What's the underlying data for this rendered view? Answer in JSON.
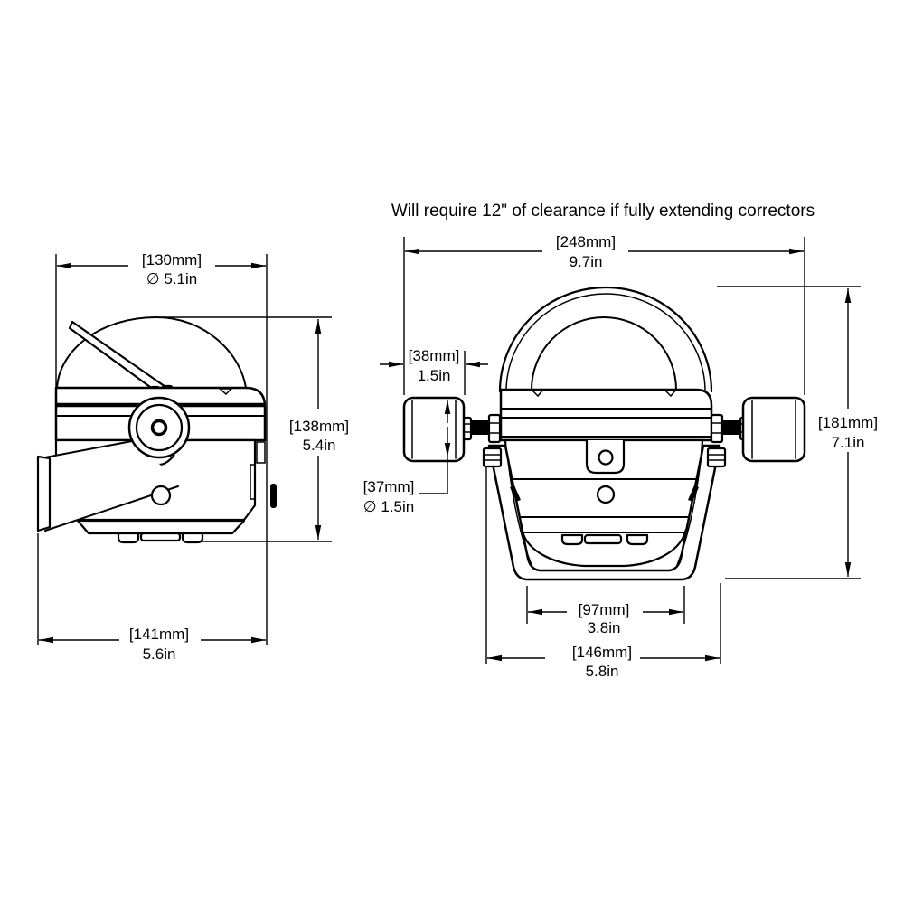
{
  "title": "Will require 12\" of clearance if fully extending correctors",
  "colors": {
    "line": "#000000",
    "background": "#ffffff"
  },
  "side": {
    "width_top": {
      "mm": "[130mm]",
      "in": "∅ 5.1in"
    },
    "height": {
      "mm": "[138mm]",
      "in": "5.4in"
    },
    "width_bottom": {
      "mm": "[141mm]",
      "in": "5.6in"
    }
  },
  "front": {
    "overall_width": {
      "mm": "[248mm]",
      "in": "9.7in"
    },
    "knob_width": {
      "mm": "[38mm]",
      "in": "1.5in"
    },
    "knob_diameter": {
      "mm": "[37mm]",
      "in": "∅ 1.5in"
    },
    "overall_height": {
      "mm": "[181mm]",
      "in": "7.1in"
    },
    "base_width": {
      "mm": "[97mm]",
      "in": "3.8in"
    },
    "bracket_width": {
      "mm": "[146mm]",
      "in": "5.8in"
    }
  }
}
